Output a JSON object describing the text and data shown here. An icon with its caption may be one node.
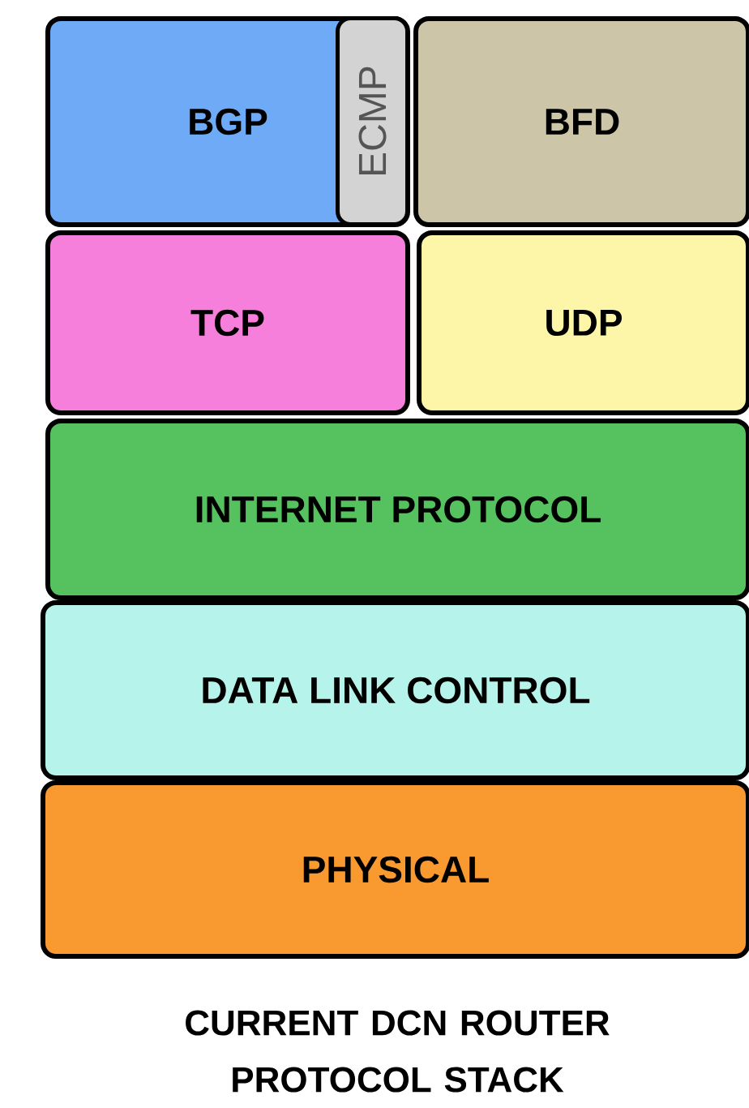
{
  "diagram": {
    "caption": "CURRENT DCN ROUTER PROTOCOL STACK",
    "nodes": [
      {
        "text": [
          "BGP"
        ]
      },
      {
        "text": [
          "ECMP"
        ],
        "in": 0
      },
      {
        "text": [
          "BFD"
        ]
      },
      {
        "text": [
          "TCP"
        ]
      },
      {
        "text": [
          "UDP"
        ]
      },
      {
        "text": [
          "INTERNET PROTOCOL"
        ]
      },
      {
        "text": [
          "DATA LINK CONTROL"
        ]
      },
      {
        "text": [
          "PHYSICAL"
        ]
      }
    ]
  }
}
